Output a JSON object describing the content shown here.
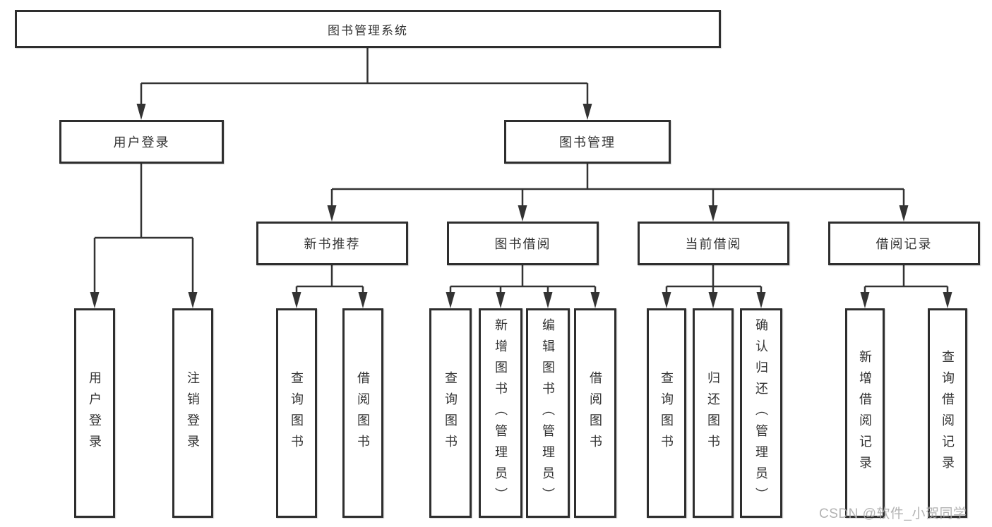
{
  "diagram": {
    "title": "图书管理系统",
    "branches": {
      "user_login": {
        "label": "用户登录",
        "children": [
          "用户登录",
          "注销登录"
        ]
      },
      "book_mgmt": {
        "label": "图书管理",
        "sections": [
          {
            "label": "新书推荐",
            "children": [
              "查询图书",
              "借阅图书"
            ]
          },
          {
            "label": "图书借阅",
            "children": [
              "查询图书",
              "新增图书（管理员）",
              "编辑图书（管理员）",
              "借阅图书"
            ]
          },
          {
            "label": "当前借阅",
            "children": [
              "查询图书",
              "归还图书",
              "确认归还（管理员）"
            ]
          },
          {
            "label": "借阅记录",
            "children": [
              "新增借阅记录",
              "查询借阅记录"
            ]
          }
        ]
      }
    }
  },
  "watermark": {
    "text": "CSDN @软件_小贺同学"
  },
  "colors": {
    "line": "#333333",
    "box_border": "#2e2e2e",
    "text": "#333333",
    "watermark": "#ababab",
    "background": "#ffffff"
  }
}
